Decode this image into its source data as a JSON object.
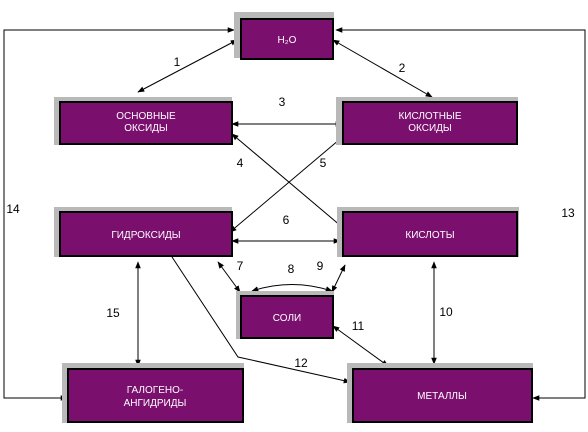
{
  "colors": {
    "box_fill": "#7a0f6e",
    "box_text": "#ffffff",
    "line": "#000000"
  },
  "nodes": {
    "water": "H₂O",
    "basic_oxides": [
      "ОСНОВНЫЕ",
      "ОКСИДЫ"
    ],
    "acid_oxides": [
      "КИСЛОТНЫЕ",
      "ОКСИДЫ"
    ],
    "hydroxides": "ГИДРОКСИДЫ",
    "acids": "КИСЛОТЫ",
    "salts": "СОЛИ",
    "halogen_anhydrides": [
      "ГАЛОГЕНО-",
      "АНГИДРИДЫ"
    ],
    "metals": "МЕТАЛЛЫ"
  },
  "link_numbers": [
    "1",
    "2",
    "3",
    "4",
    "5",
    "6",
    "7",
    "8",
    "9",
    "10",
    "11",
    "12",
    "13",
    "14",
    "15"
  ]
}
